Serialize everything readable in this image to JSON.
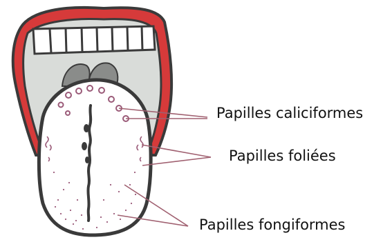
{
  "labels": {
    "caliciformes": "Papilles caliciformes",
    "foliees": "Papilles foliées",
    "fongiformes": "Papilles fongiformes"
  },
  "colors": {
    "outline": "#3a3a3a",
    "lips": "#d63a3a",
    "mouth_interior": "#d9dcd9",
    "teeth": "#ffffff",
    "tongue": "#ffffff",
    "papillae": "#9a5a78",
    "leader_lines": "#a06070"
  }
}
